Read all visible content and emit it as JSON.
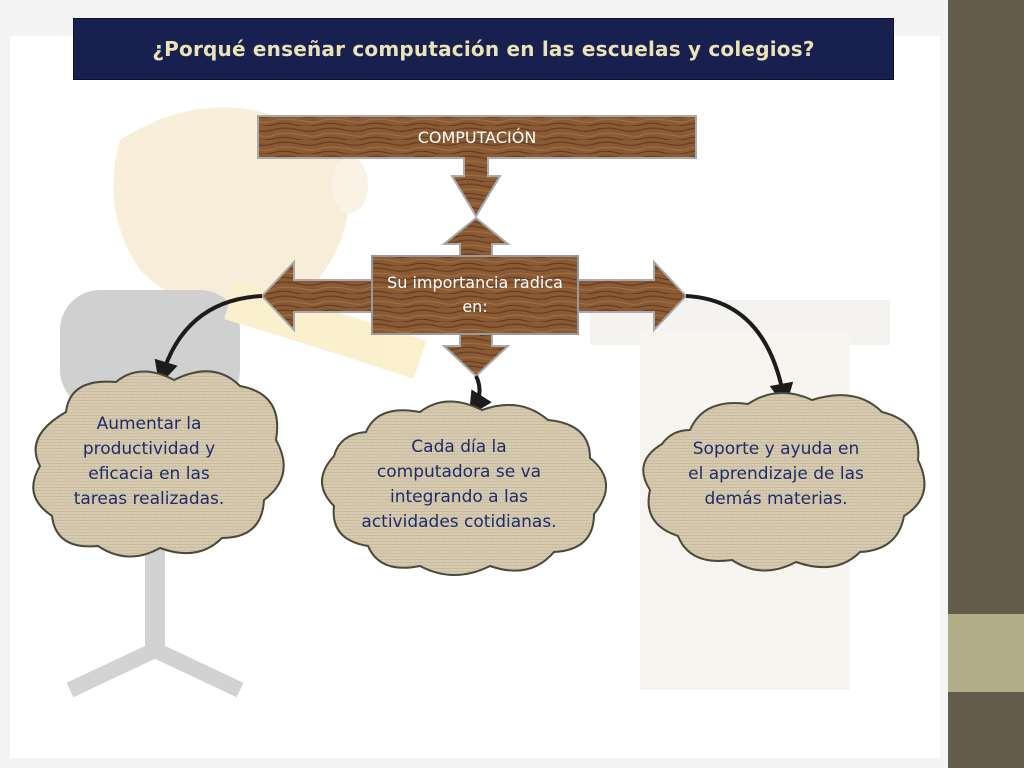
{
  "title": "¿Porqué enseñar computación en las escuelas y colegios?",
  "top_node": "COMPUTACIÓN",
  "center_node": "Su importancia radica en:",
  "leaves": [
    "Aumentar la productividad y eficacia en las tareas realizadas.",
    "Cada día la computadora se va integrando a las actividades cotidianas.",
    "Soporte y ayuda en el aprendizaje de las demás materias."
  ],
  "colors": {
    "banner": "#17204f",
    "banner_text": "#ebe3b7",
    "wood": "#8a5a35",
    "cloud": "#d9ccb4",
    "cloud_border": "#4a4a3a",
    "leaf_text": "#1e2d6a",
    "sidebar": "#625c4b",
    "sidebar_accent": "#b0ad88"
  }
}
